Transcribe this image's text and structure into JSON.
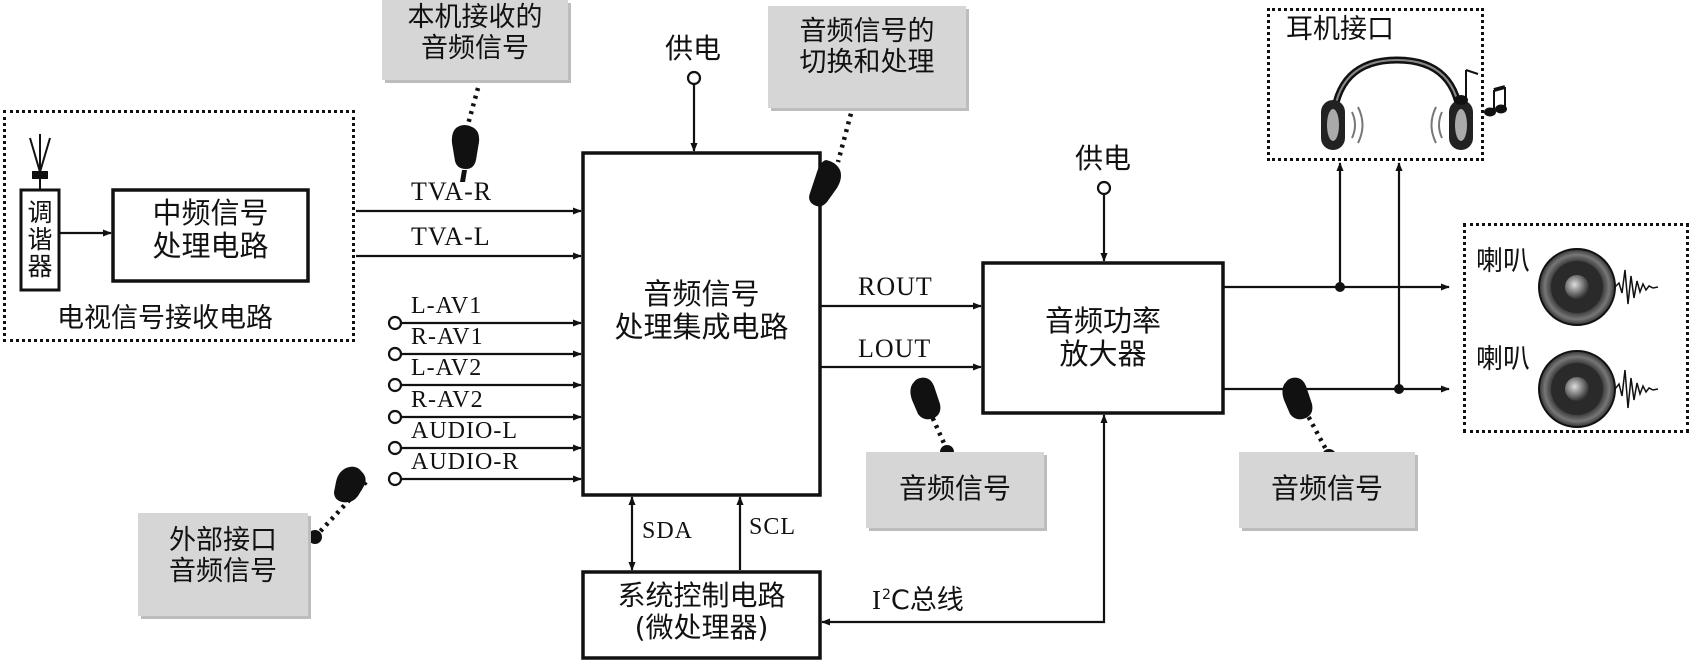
{
  "colors": {
    "line": "#111111",
    "callout_bg": "#d6d6d6",
    "background": "#ffffff"
  },
  "icons": [
    "antenna-icon",
    "pointing-hand-icon",
    "headphones-icon",
    "music-note-icon",
    "speaker-icon",
    "audio-waveform-icon",
    "junction-dot-icon",
    "terminal-circle-icon"
  ],
  "tv_receiver": {
    "tuner_label": "调谐器",
    "if_circuit_lines": [
      "中频信号",
      "处理电路"
    ],
    "group_label": "电视信号接收电路"
  },
  "signals": {
    "tv": [
      "TVA-R",
      "TVA-L"
    ],
    "external": [
      "L-AV1",
      "R-AV1",
      "L-AV2",
      "R-AV2",
      "AUDIO-L",
      "AUDIO-R"
    ],
    "outputs": [
      "ROUT",
      "LOUT"
    ],
    "bus": {
      "sda": "SDA",
      "scl": "SCL",
      "i2c_prefix": "I",
      "i2c_sup": "2",
      "i2c_rest": "C总线"
    }
  },
  "blocks": {
    "audio_ic_lines": [
      "音频信号",
      "处理集成电路"
    ],
    "amp_lines": [
      "音频功率",
      "放大器"
    ],
    "controller_lines": [
      "系统控制电路",
      "(微处理器)"
    ]
  },
  "power": {
    "ic": "供电",
    "amp": "供电"
  },
  "callouts": {
    "local_audio": [
      "本机接收的",
      "音频信号"
    ],
    "switching": [
      "音频信号的",
      "切换和处理"
    ],
    "external_audio": [
      "外部接口",
      "音频信号"
    ],
    "mid_audio": [
      "音频信号"
    ],
    "right_audio": [
      "音频信号"
    ]
  },
  "headphone": {
    "label": "耳机接口"
  },
  "speakers": {
    "top_label": "喇叭",
    "bottom_label": "喇叭"
  }
}
